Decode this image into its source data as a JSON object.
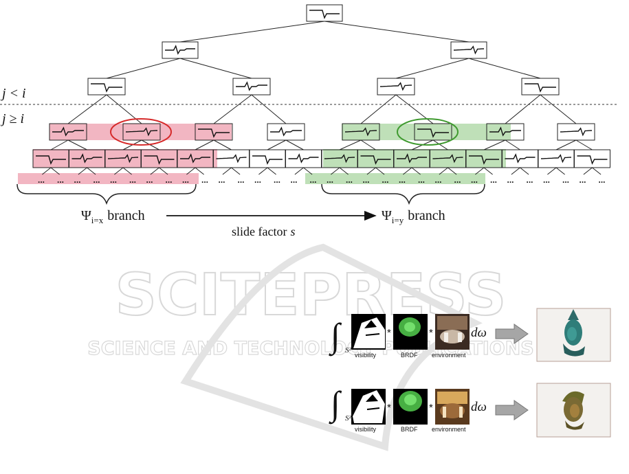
{
  "tree": {
    "level_upper_label": "j < i",
    "level_lower_label": "j ≥ i",
    "dots_symbol": "...",
    "branch_left_label": "Ψi=x branch",
    "branch_right_label": "Ψi=y branch",
    "psi_symbol": "Ψ",
    "branch_left_subscript": "i=x",
    "branch_right_subscript": "i=y",
    "branch_word": "branch",
    "slide_label": "slide factor s",
    "slide_prefix": "slide factor",
    "slide_variable": "s",
    "highlight_left_color": "#f2b6c2",
    "highlight_right_color": "#bfe0b8",
    "ellipse_left_color": "#d62a2a",
    "ellipse_right_color": "#3f9a2f"
  },
  "watermark": {
    "main": "SCITEPRESS",
    "sub": "SCIENCE AND TECHNOLOGY PUBLICATIONS",
    "color": "#dcdcdc"
  },
  "equations": [
    {
      "integral": "∫",
      "domain": "S²",
      "operator": "*",
      "differential": "dω",
      "labels": [
        "visibility",
        "BRDF",
        "environment"
      ]
    },
    {
      "integral": "∫",
      "domain": "S²",
      "operator": "*",
      "differential": "dω",
      "labels": [
        "visibility",
        "BRDF",
        "environment"
      ]
    }
  ]
}
